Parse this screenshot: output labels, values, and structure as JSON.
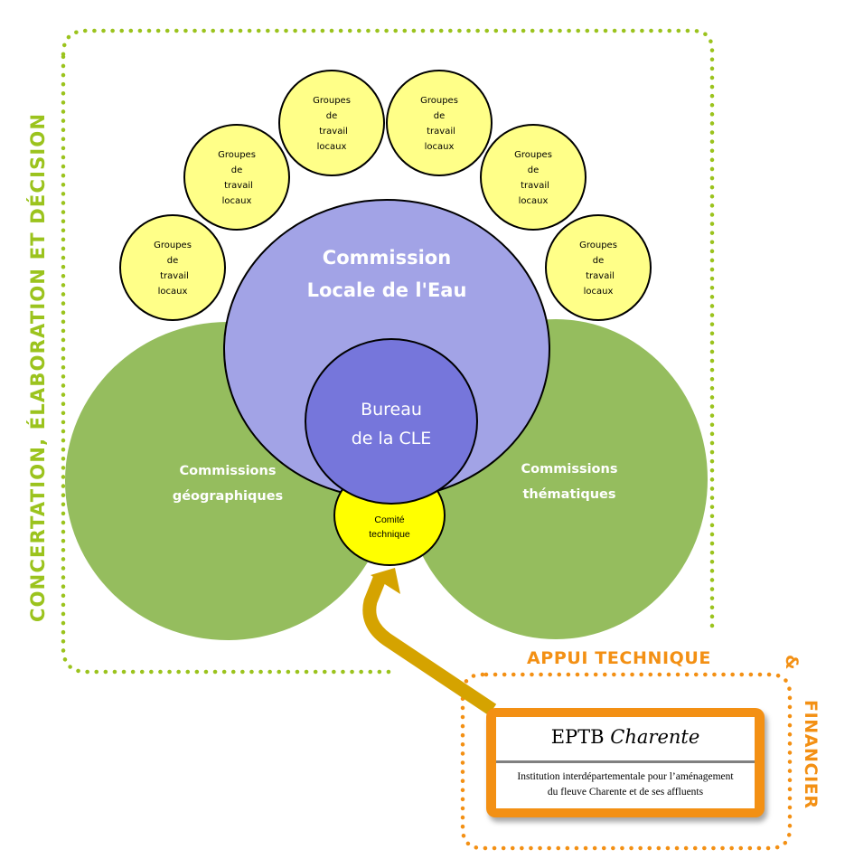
{
  "colors": {
    "green_dots": "#9bc31d",
    "green_circle": "#95bd5e",
    "yellow_small": "#ffff88",
    "yellow_comite": "#ffff00",
    "purple_light": "#a2a3e6",
    "purple_dark": "#7676db",
    "orange": "#f39014",
    "arrow": "#d5a300"
  },
  "labels": {
    "concertation": "CONCERTATION, ÉLABORATION ET DÉCISION",
    "appui": "APPUI TECHNIQUE",
    "ampersand": "&",
    "financier": "FINANCIER"
  },
  "groupes": [
    {
      "lines": [
        "Groupes",
        "de",
        "travail",
        "locaux"
      ]
    },
    {
      "lines": [
        "Groupes",
        "de",
        "travail",
        "locaux"
      ]
    },
    {
      "lines": [
        "Groupes",
        "de",
        "travail",
        "locaux"
      ]
    },
    {
      "lines": [
        "Groupes",
        "de",
        "travail",
        "locaux"
      ]
    },
    {
      "lines": [
        "Groupes",
        "de",
        "travail",
        "locaux"
      ]
    },
    {
      "lines": [
        "Groupes",
        "de",
        "travail",
        "locaux"
      ]
    }
  ],
  "cle": {
    "line1": "Commission",
    "line2": "Locale de l'Eau"
  },
  "bureau": {
    "line1": "Bureau",
    "line2": "de la CLE"
  },
  "comite": {
    "line1": "Comité",
    "line2": "technique"
  },
  "geo": {
    "line1": "Commissions",
    "line2": "géographiques"
  },
  "them": {
    "line1": "Commissions",
    "line2": "thématiques"
  },
  "eptb": {
    "title_plain": "EPTB ",
    "title_italic": "Charente",
    "desc_line1": "Institution interdépartementale pour l’aménagement",
    "desc_line2": "du fleuve Charente et de ses affluents"
  }
}
